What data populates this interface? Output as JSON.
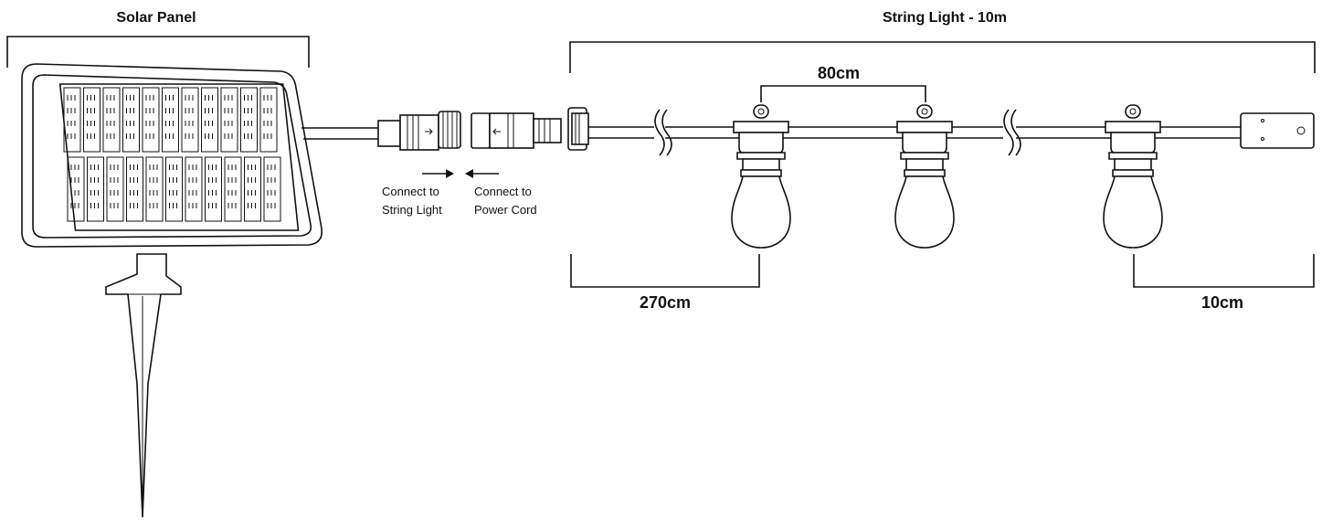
{
  "titles": {
    "solar_panel": "Solar Panel",
    "string_light": "String Light - 10m"
  },
  "dimensions": {
    "bulb_spacing": "80cm",
    "lead_length": "270cm",
    "end_length": "10cm"
  },
  "connectors": {
    "left_line1": "Connect to",
    "left_line2": "String Light",
    "right_line1": "Connect to",
    "right_line2": "Power Cord"
  },
  "colors": {
    "line": "#111111",
    "background": "#ffffff"
  }
}
